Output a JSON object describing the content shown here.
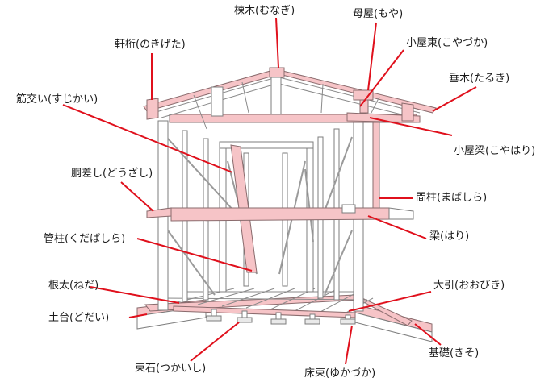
{
  "diagram": {
    "labels": {
      "munagi": "棟木(むなぎ)",
      "moya": "母屋(もや)",
      "nokigeta": "軒桁(のきげた)",
      "koyazuka": "小屋束(こやづか)",
      "taruki": "垂木(たるき)",
      "sujikai": "筋交い(すじかい)",
      "koyabari": "小屋梁(こやはり)",
      "dosashi": "胴差し(どうざし)",
      "mabashira": "間柱(まばしら)",
      "hari": "梁(はり)",
      "kudabashira": "管柱(くだばしら)",
      "neda": "根太(ねだ)",
      "obiki": "大引(おおびき)",
      "dodai": "土台(どだい)",
      "kiso": "基礎(きそ)",
      "tsukaishi": "束石(つかいし)",
      "yukazuka": "床束(ゆかづか)"
    },
    "colors": {
      "leader": "#e0101c",
      "highlight": "#f6c4c7",
      "outline": "#7d7d7d"
    }
  }
}
